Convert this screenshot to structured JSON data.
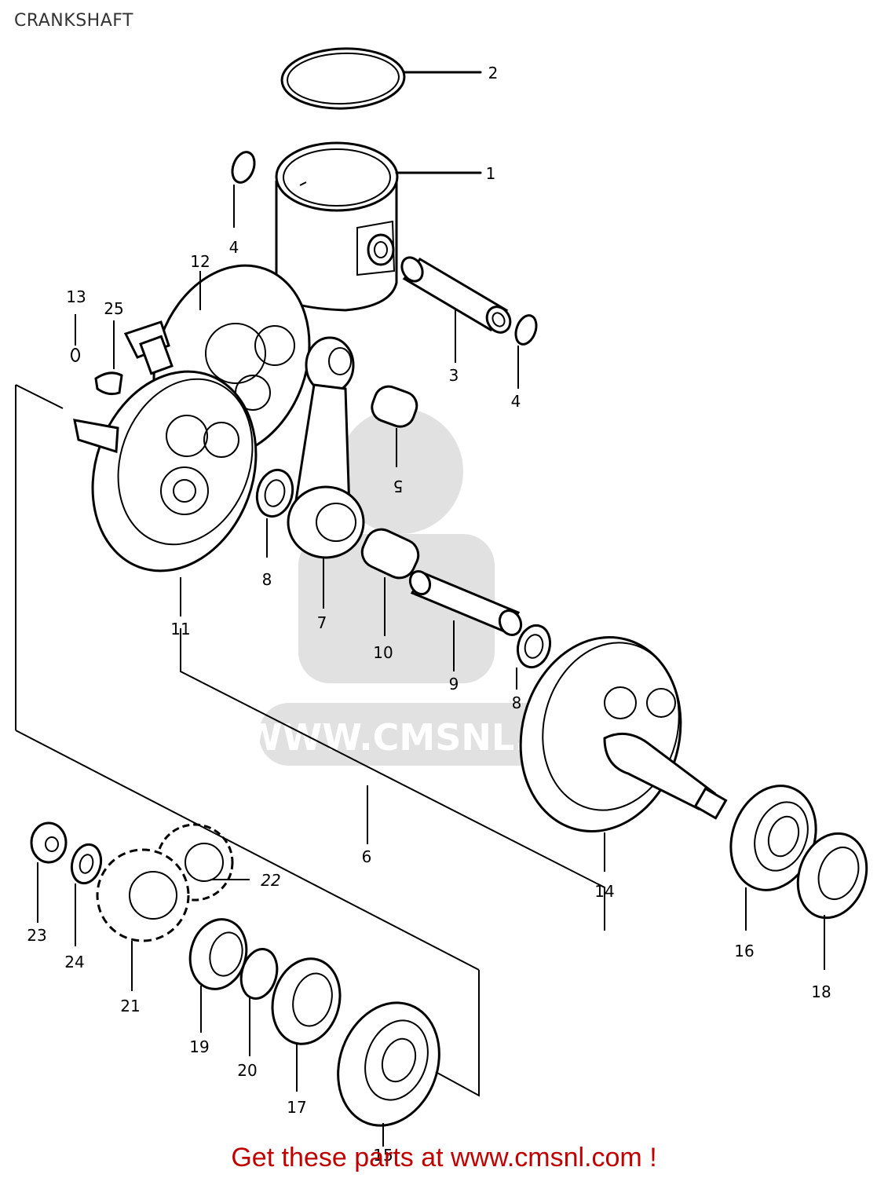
{
  "page_title": "CRANKSHAFT",
  "watermark": {
    "text": "WWW.CMSNL.COM"
  },
  "footer": {
    "text": "Get these parts at www.cmsnl.com !",
    "color": "#c00000"
  },
  "parts": {
    "p1": "1",
    "p2": "2",
    "p3": "3",
    "p4a": "4",
    "p4b": "4",
    "p5": "5",
    "p6": "6",
    "p7": "7",
    "p8a": "8",
    "p8b": "8",
    "p9": "9",
    "p10": "10",
    "p11": "11",
    "p12": "12",
    "p13": "13",
    "p14": "14",
    "p15": "15",
    "p16": "16",
    "p17": "17",
    "p18": "18",
    "p19": "19",
    "p20": "20",
    "p21": "21",
    "p22": "22",
    "p23": "23",
    "p24": "24",
    "p25": "25"
  }
}
